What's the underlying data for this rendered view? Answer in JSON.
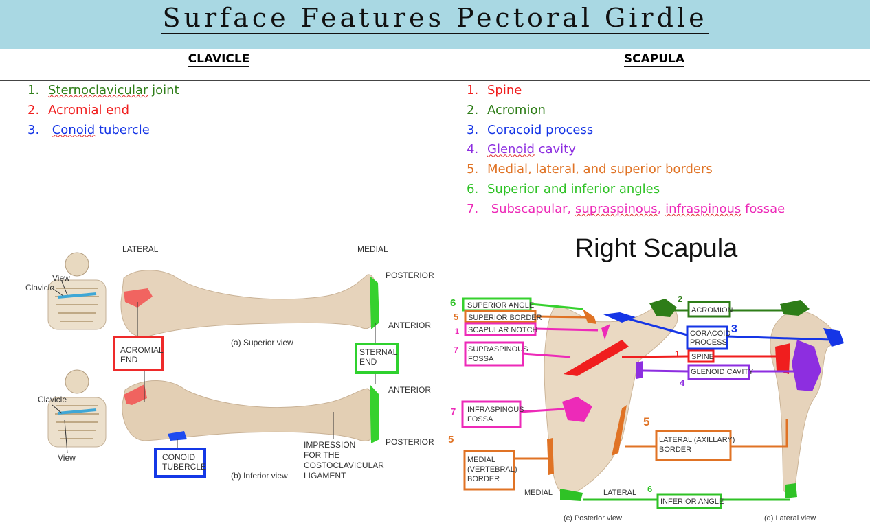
{
  "title": "Surface Features Pectoral Girdle",
  "clavicle": {
    "heading": "CLAVICLE",
    "items": [
      {
        "num": "1.",
        "pre": "",
        "term": "Sternoclavicular",
        "post": " joint"
      },
      {
        "num": "2.",
        "pre": "Acromial end",
        "term": "",
        "post": ""
      },
      {
        "num": "3.",
        "pre": " ",
        "term": "Conoid",
        "post": " tubercle"
      }
    ],
    "figure": {
      "lateral": "LATERAL",
      "medial": "MEDIAL",
      "view_top": "View",
      "clavicle_top": "Clavicle",
      "clavicle_bottom": "Clavicle",
      "view_bottom": "View",
      "posterior_top": "POSTERIOR",
      "anterior_top": "ANTERIOR",
      "anterior_bottom": "ANTERIOR",
      "posterior_bottom": "POSTERIOR",
      "acromial_end": [
        "ACROMIAL",
        "END"
      ],
      "sternal_end": [
        "STERNAL",
        "END"
      ],
      "superior_caption": "(a) Superior view",
      "inferior_caption": "(b) Inferior view",
      "conoid_tubercle": [
        "CONOID",
        "TUBERCLE"
      ],
      "impression": [
        "IMPRESSION",
        "FOR THE",
        "COSTOCLAVICULAR",
        "LIGAMENT"
      ]
    }
  },
  "scapula": {
    "heading": "SCAPULA",
    "items": [
      {
        "num": "1.",
        "pre": "Spine",
        "term": "",
        "post": "",
        "term2": "",
        "post2": ""
      },
      {
        "num": "2.",
        "pre": "Acromion",
        "term": "",
        "post": "",
        "term2": "",
        "post2": ""
      },
      {
        "num": "3.",
        "pre": "Coracoid process",
        "term": "",
        "post": "",
        "term2": "",
        "post2": ""
      },
      {
        "num": "4.",
        "pre": "",
        "term": "Glenoid",
        "post": " cavity",
        "term2": "",
        "post2": ""
      },
      {
        "num": "5.",
        "pre": "Medial, lateral, and superior borders",
        "term": "",
        "post": "",
        "term2": "",
        "post2": ""
      },
      {
        "num": "6.",
        "pre": "Superior and inferior angles",
        "term": "",
        "post": "",
        "term2": "",
        "post2": ""
      },
      {
        "num": "7.",
        "pre": " Subscapular, ",
        "term": "supraspinous",
        "post": ", ",
        "term2": "infraspinous",
        "post2": " fossae"
      }
    ],
    "figure": {
      "title": "Right Scapula",
      "superior_angle": "SUPERIOR ANGLE",
      "superior_border": "SUPERIOR BORDER",
      "scapular_notch": "SCAPULAR NOTCH",
      "supraspinous_fossa": [
        "SUPRASPINOUS",
        "FOSSA"
      ],
      "infraspinous_fossa": [
        "INFRASPINOUS",
        "FOSSA"
      ],
      "medial_border": [
        "MEDIAL",
        "(VERTEBRAL)",
        "BORDER"
      ],
      "medial": "MEDIAL",
      "lateral": "LATERAL",
      "acromion": "ACROMION",
      "coracoid_process": [
        "CORACOID",
        "PROCESS"
      ],
      "spine": "SPINE",
      "glenoid_cavity": "GLENOID CAVITY",
      "lateral_border": [
        "LATERAL (AXILLARY)",
        "BORDER"
      ],
      "inferior_angle": "INFERIOR ANGLE",
      "posterior_caption": "(c) Posterior view",
      "lateral_caption": "(d) Lateral view",
      "marks": [
        "6",
        "5",
        "1",
        "7",
        "7",
        "5",
        "2",
        "3",
        "1",
        "4",
        "5",
        "6"
      ]
    }
  },
  "colors": {
    "header_bg": "#a9d8e3",
    "green": "#2e7d18",
    "red": "#f01e1e",
    "blue": "#1535e6",
    "purple": "#8d2ee0",
    "orange": "#e07325",
    "lime": "#2fc226",
    "pink": "#ed2ab8",
    "bone": "#ead9c2"
  }
}
